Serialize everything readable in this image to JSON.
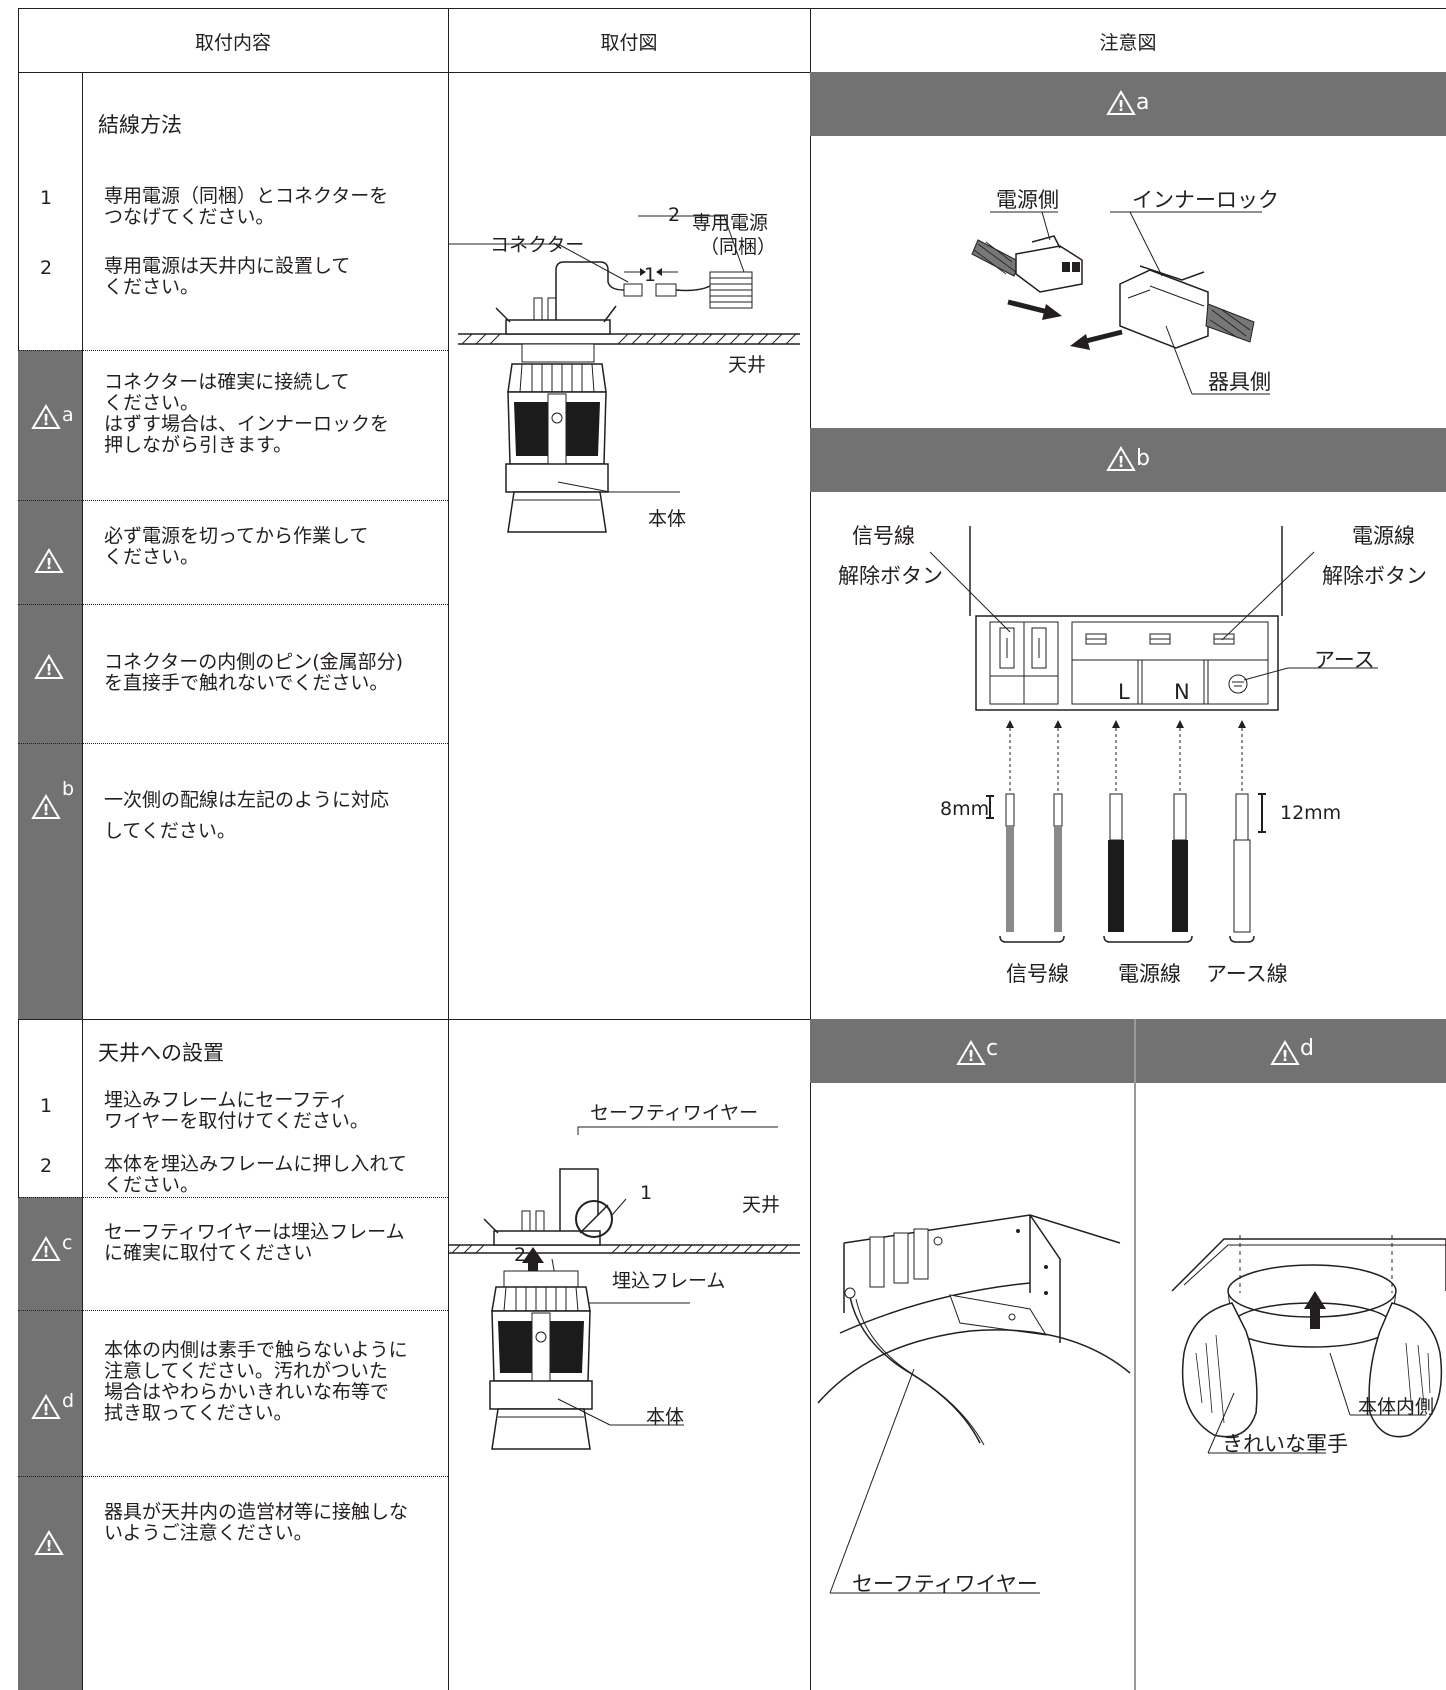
{
  "header": {
    "col1": "取付内容",
    "col2": "取付図",
    "col3": "注意図"
  },
  "sec1": {
    "title": "結線方法",
    "steps": [
      {
        "num": "1",
        "text": [
          "専用電源（同梱）とコネクターを",
          "つなげてください。"
        ]
      },
      {
        "num": "2",
        "text": [
          "専用電源は天井内に設置して",
          "ください。"
        ]
      }
    ],
    "cautions": [
      {
        "mark": "a",
        "text": [
          "コネクターは確実に接続して",
          "ください。",
          "はずす場合は、インナーロックを",
          "押しながら引きます。"
        ]
      },
      {
        "mark": "",
        "text": [
          "必ず電源を切ってから作業して",
          "ください。"
        ]
      },
      {
        "mark": "",
        "text": [
          "コネクターの内側のピン(金属部分)",
          "を直接手で触れないでください。"
        ]
      },
      {
        "mark": "b",
        "text": [
          "一次側の配線は左記のように対応",
          "してください。"
        ]
      }
    ],
    "figure": {
      "connector": "コネクター",
      "power_num": "2",
      "power": "専用電源",
      "bundled": "（同梱）",
      "n1": "1",
      "ceiling": "天井",
      "body": "本体"
    }
  },
  "caution_a": {
    "mark": "a",
    "power_side": "電源側",
    "inner_lock": "インナーロック",
    "fixture_side": "器具側"
  },
  "caution_b": {
    "mark": "b",
    "signal_wire": "信号線",
    "release_left": "解除ボタン",
    "power_wire": "電源線",
    "release_right": "解除ボタン",
    "earth": "アース",
    "L": "L",
    "N": "N",
    "mm8": "8mm",
    "mm12": "12mm",
    "bottom_signal": "信号線",
    "bottom_power": "電源線",
    "bottom_earth": "アース線"
  },
  "sec2": {
    "title": "天井への設置",
    "steps": [
      {
        "num": "1",
        "text": [
          "埋込みフレームにセーフティ",
          "ワイヤーを取付けてください。"
        ]
      },
      {
        "num": "2",
        "text": [
          "本体を埋込みフレームに押し入れて",
          "ください。"
        ]
      }
    ],
    "cautions": [
      {
        "mark": "c",
        "text": [
          "セーフティワイヤーは埋込フレーム",
          "に確実に取付てください"
        ]
      },
      {
        "mark": "d",
        "text": [
          "本体の内側は素手で触らないように",
          "注意してください。汚れがついた",
          "場合はやわらかいきれいな布等で",
          "拭き取ってください。"
        ]
      },
      {
        "mark": "",
        "text": [
          "器具が天井内の造営材等に接触しな",
          "いようご注意ください。"
        ]
      }
    ],
    "figure": {
      "safety_wire": "セーフティワイヤー",
      "n1": "1",
      "ceiling": "天井",
      "n2": "2",
      "frame": "埋込フレーム",
      "body": "本体"
    }
  },
  "caution_c": {
    "mark": "c",
    "safety_wire": "セーフティワイヤー"
  },
  "caution_d": {
    "mark": "d",
    "inner_body": "本体内側",
    "gloves": "きれいな軍手"
  },
  "colors": {
    "band": "#727272",
    "ink": "#231f20"
  }
}
